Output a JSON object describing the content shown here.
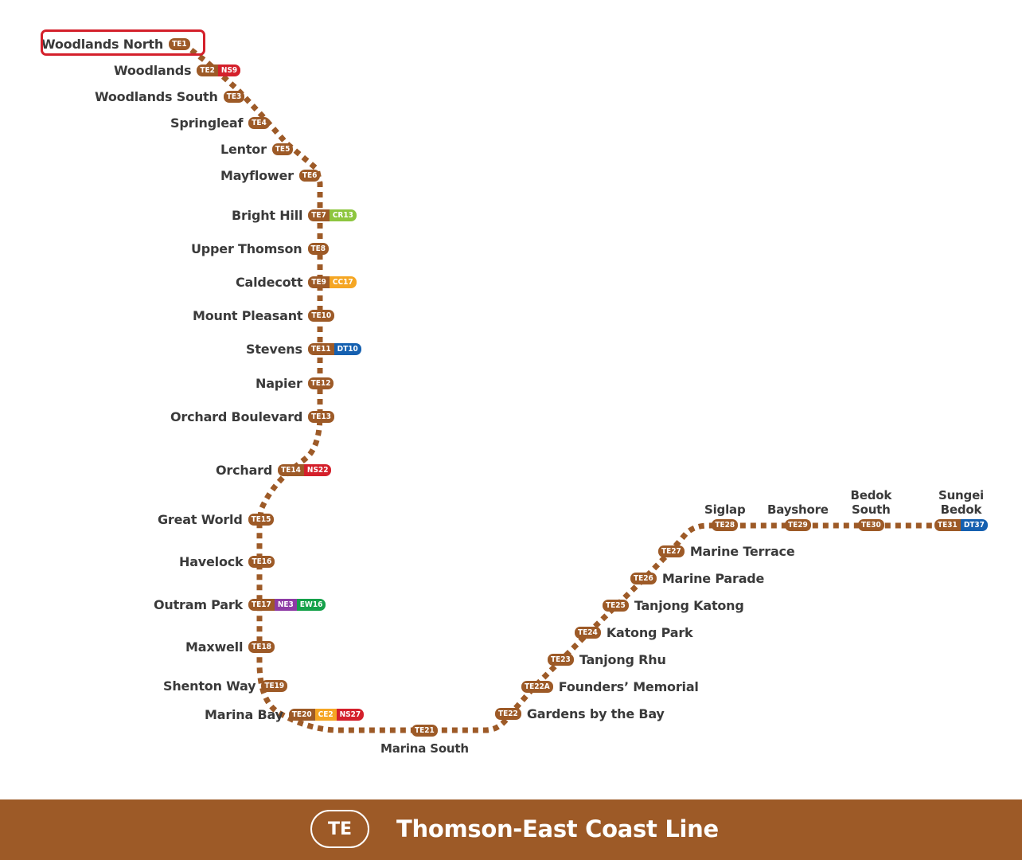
{
  "line": {
    "code": "TE",
    "name": "Thomson-East Coast Line",
    "color": "#9d5a27"
  },
  "colors": {
    "TE": "#9d5a27",
    "NS": "#d4202b",
    "CR": "#8dc63f",
    "CC": "#f5a623",
    "DT": "#1560b0",
    "NE": "#8e3ba5",
    "EW": "#15a14a",
    "CE": "#f5a623",
    "highlight": "#d4202b"
  },
  "highlighted_station": "Woodlands North",
  "stations": [
    {
      "name": "Woodlands North",
      "codes": [
        "TE1"
      ]
    },
    {
      "name": "Woodlands",
      "codes": [
        "TE2",
        "NS9"
      ]
    },
    {
      "name": "Woodlands South",
      "codes": [
        "TE3"
      ]
    },
    {
      "name": "Springleaf",
      "codes": [
        "TE4"
      ]
    },
    {
      "name": "Lentor",
      "codes": [
        "TE5"
      ]
    },
    {
      "name": "Mayflower",
      "codes": [
        "TE6"
      ]
    },
    {
      "name": "Bright Hill",
      "codes": [
        "TE7",
        "CR13"
      ]
    },
    {
      "name": "Upper Thomson",
      "codes": [
        "TE8"
      ]
    },
    {
      "name": "Caldecott",
      "codes": [
        "TE9",
        "CC17"
      ]
    },
    {
      "name": "Mount Pleasant",
      "codes": [
        "TE10"
      ]
    },
    {
      "name": "Stevens",
      "codes": [
        "TE11",
        "DT10"
      ]
    },
    {
      "name": "Napier",
      "codes": [
        "TE12"
      ]
    },
    {
      "name": "Orchard Boulevard",
      "codes": [
        "TE13"
      ]
    },
    {
      "name": "Orchard",
      "codes": [
        "TE14",
        "NS22"
      ]
    },
    {
      "name": "Great World",
      "codes": [
        "TE15"
      ]
    },
    {
      "name": "Havelock",
      "codes": [
        "TE16"
      ]
    },
    {
      "name": "Outram Park",
      "codes": [
        "TE17",
        "NE3",
        "EW16"
      ]
    },
    {
      "name": "Maxwell",
      "codes": [
        "TE18"
      ]
    },
    {
      "name": "Shenton Way",
      "codes": [
        "TE19"
      ]
    },
    {
      "name": "Marina Bay",
      "codes": [
        "TE20",
        "CE2",
        "NS27"
      ]
    },
    {
      "name": "Marina South",
      "codes": [
        "TE21"
      ]
    },
    {
      "name": "Gardens by the Bay",
      "codes": [
        "TE22"
      ]
    },
    {
      "name": "Founders’ Memorial",
      "codes": [
        "TE22A"
      ]
    },
    {
      "name": "Tanjong Rhu",
      "codes": [
        "TE23"
      ]
    },
    {
      "name": "Katong Park",
      "codes": [
        "TE24"
      ]
    },
    {
      "name": "Tanjong Katong",
      "codes": [
        "TE25"
      ]
    },
    {
      "name": "Marine Parade",
      "codes": [
        "TE26"
      ]
    },
    {
      "name": "Marine Terrace",
      "codes": [
        "TE27"
      ]
    },
    {
      "name": "Siglap",
      "codes": [
        "TE28"
      ]
    },
    {
      "name": "Bayshore",
      "codes": [
        "TE29"
      ]
    },
    {
      "name": "Bedok South",
      "codes": [
        "TE30"
      ]
    },
    {
      "name": "Sungei Bedok",
      "codes": [
        "TE31",
        "DT37"
      ]
    }
  ]
}
